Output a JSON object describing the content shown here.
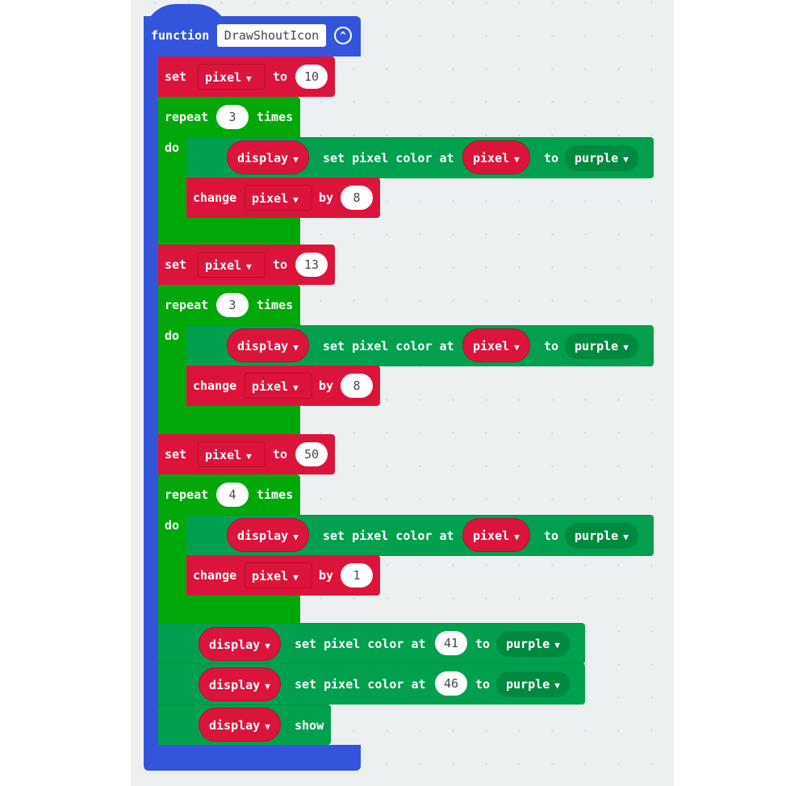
{
  "function": {
    "keyword": "function",
    "name": "DrawShoutIcon",
    "collapse_icon": "chevron-up-circle-icon"
  },
  "groups": [
    {
      "set": {
        "keyword": "set",
        "var": "pixel",
        "to": "to",
        "value": "10"
      },
      "repeat": {
        "keyword": "repeat",
        "count": "3",
        "times": "times",
        "do": "do"
      },
      "display": {
        "target": "display",
        "text": "set pixel color at",
        "index": "pixel",
        "to": "to",
        "color": "purple"
      },
      "change": {
        "keyword": "change",
        "var": "pixel",
        "by": "by",
        "value": "8"
      }
    },
    {
      "set": {
        "keyword": "set",
        "var": "pixel",
        "to": "to",
        "value": "13"
      },
      "repeat": {
        "keyword": "repeat",
        "count": "3",
        "times": "times",
        "do": "do"
      },
      "display": {
        "target": "display",
        "text": "set pixel color at",
        "index": "pixel",
        "to": "to",
        "color": "purple"
      },
      "change": {
        "keyword": "change",
        "var": "pixel",
        "by": "by",
        "value": "8"
      }
    },
    {
      "set": {
        "keyword": "set",
        "var": "pixel",
        "to": "to",
        "value": "50"
      },
      "repeat": {
        "keyword": "repeat",
        "count": "4",
        "times": "times",
        "do": "do"
      },
      "display": {
        "target": "display",
        "text": "set pixel color at",
        "index": "pixel",
        "to": "to",
        "color": "purple"
      },
      "change": {
        "keyword": "change",
        "var": "pixel",
        "by": "by",
        "value": "1"
      }
    }
  ],
  "tail": [
    {
      "target": "display",
      "text": "set pixel color at",
      "index": "41",
      "to": "to",
      "color": "purple"
    },
    {
      "target": "display",
      "text": "set pixel color at",
      "index": "46",
      "to": "to",
      "color": "purple"
    },
    {
      "target": "display",
      "text": "show"
    }
  ]
}
